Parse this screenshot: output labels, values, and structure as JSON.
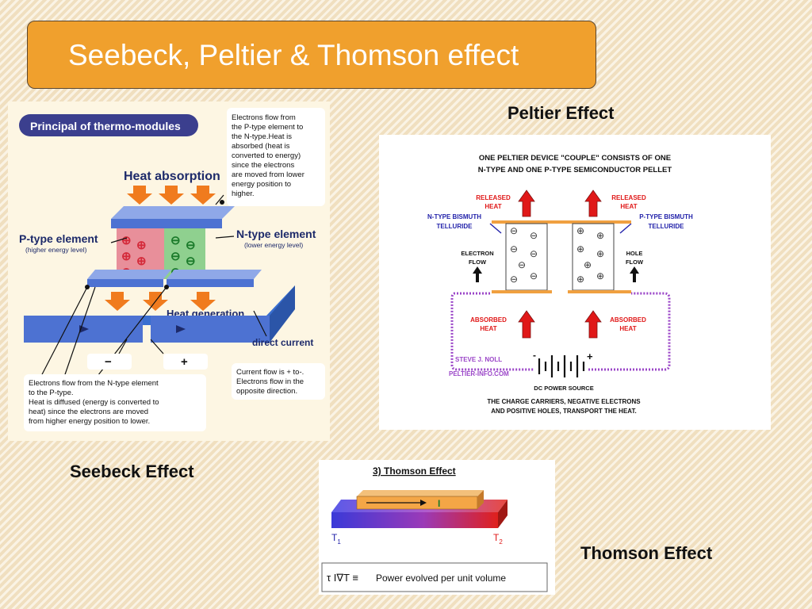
{
  "slide": {
    "title": "Seebeck, Peltier & Thomson effect",
    "captions": {
      "peltier": "Peltier Effect",
      "seebeck": "Seebeck Effect",
      "thomson": "Thomson Effect"
    }
  },
  "thermo_module": {
    "banner": "Principal of thermo-modules",
    "heat_absorption": "Heat absorption",
    "heat_generation": "Heat generation",
    "p_type_label": "P-type element",
    "p_type_sub": "(higher energy level)",
    "n_type_label": "N-type element",
    "n_type_sub": "(lower energy level)",
    "direct_current": "direct current",
    "minus": "−",
    "plus": "+",
    "note_top": [
      "Electrons flow from",
      "the P-type element to",
      "the N-type.Heat is",
      "absorbed (heat is",
      "converted to energy)",
      "since the electrons",
      "are moved from lower",
      "energy position to",
      "higher."
    ],
    "note_bottom": [
      "Electrons flow from the N-type element",
      "to the P-type.",
      "Heat is diffused (energy is converted to",
      "heat) since the electrons are moved",
      "from higher energy position to lower."
    ],
    "note_current": [
      "Current flow is + to-.",
      "Electrons flow in the",
      "opposite direction."
    ]
  },
  "peltier_device": {
    "header_line1": "ONE PELTIER DEVICE \"COUPLE\" CONSISTS OF ONE",
    "header_line2": "N-TYPE AND ONE P-TYPE SEMICONDUCTOR PELLET",
    "released_heat_1": "RELEASED",
    "released_heat_2": "HEAT",
    "absorbed_heat_1": "ABSORBED",
    "absorbed_heat_2": "HEAT",
    "n_type_1": "N-TYPE BISMUTH",
    "n_type_2": "TELLURIDE",
    "p_type_1": "P-TYPE BISMUTH",
    "p_type_2": "TELLURIDE",
    "electron_flow_1": "ELECTRON",
    "electron_flow_2": "FLOW",
    "hole_flow_1": "HOLE",
    "hole_flow_2": "FLOW",
    "author": "STEVE J. NOLL",
    "site": "PELTIER-INFO.COM",
    "dc_source": "DC POWER SOURCE",
    "minus": "-",
    "plus": "+",
    "footer_line1": "THE CHARGE CARRIERS, NEGATIVE ELECTRONS",
    "footer_line2": "AND POSITIVE HOLES, TRANSPORT THE HEAT."
  },
  "thomson": {
    "heading": "3) Thomson  Effect",
    "current": "I",
    "t1": "T",
    "t1_sub": "1",
    "t2": "T",
    "t2_sub": "2",
    "formula": "τ I∇T ≡",
    "formula_desc": "Power evolved per unit volume"
  },
  "colors": {
    "title_fill": "#f0a02d",
    "module_blue": "#3a6fd0",
    "heat_orange": "#f07b1e",
    "released_red": "#e01818",
    "label_blue": "#2222aa",
    "circuit_purple": "#9b46c8"
  }
}
